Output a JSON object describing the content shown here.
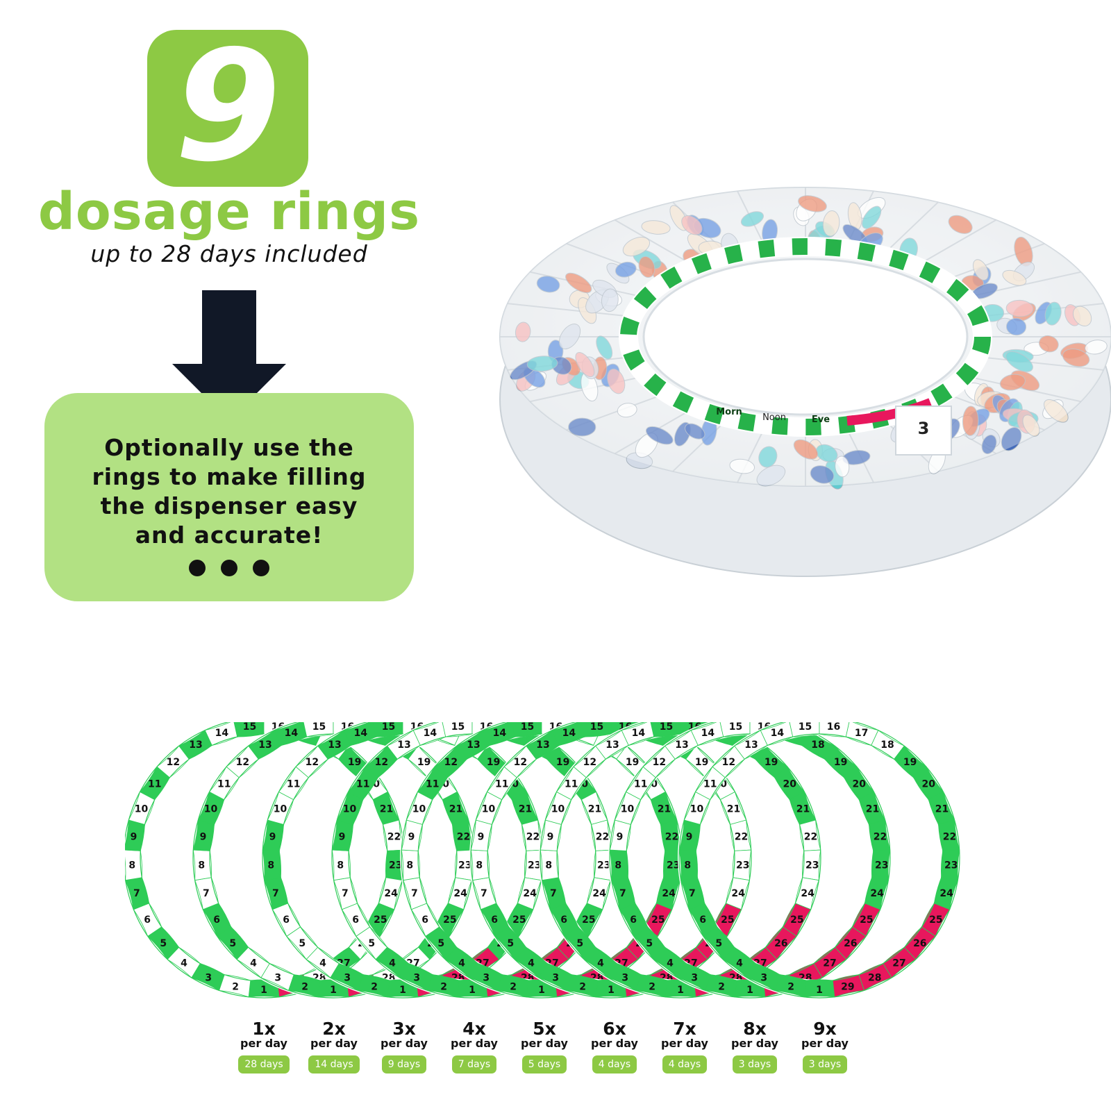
{
  "badge": {
    "number": "9"
  },
  "headline": "dosage rings",
  "subline": "up to 28 days included",
  "callout": {
    "text": "Optionally use the rings to make filling the dispenser easy and accurate!"
  },
  "dispenser_labels": {
    "morn": "Morn",
    "noon": "Noon",
    "eve": "Eve",
    "day_number": "3"
  },
  "ring_numbers": [
    "1",
    "2",
    "3",
    "4",
    "5",
    "6",
    "7",
    "8",
    "9",
    "10",
    "11",
    "12",
    "13",
    "14",
    "15",
    "16",
    "17",
    "18",
    "19",
    "20",
    "21",
    "22",
    "23",
    "24",
    "25",
    "26",
    "27",
    "28",
    "29"
  ],
  "rings": [
    {
      "mult": "1x",
      "per": "per day",
      "days": "28 days"
    },
    {
      "mult": "2x",
      "per": "per day",
      "days": "14 days"
    },
    {
      "mult": "3x",
      "per": "per day",
      "days": "9 days"
    },
    {
      "mult": "4x",
      "per": "per day",
      "days": "7 days"
    },
    {
      "mult": "5x",
      "per": "per day",
      "days": "5 days"
    },
    {
      "mult": "6x",
      "per": "per day",
      "days": "4 days"
    },
    {
      "mult": "7x",
      "per": "per day",
      "days": "4 days"
    },
    {
      "mult": "8x",
      "per": "per day",
      "days": "3 days"
    },
    {
      "mult": "9x",
      "per": "per day",
      "days": "3 days"
    }
  ],
  "colors": {
    "brand_green": "#8dc944",
    "light_green": "#b2e183",
    "ring_green": "#2ecc57",
    "ring_red": "#e8175d",
    "dark": "#111111"
  },
  "icons": [
    "down-arrow-icon",
    "ellipsis-icon"
  ]
}
